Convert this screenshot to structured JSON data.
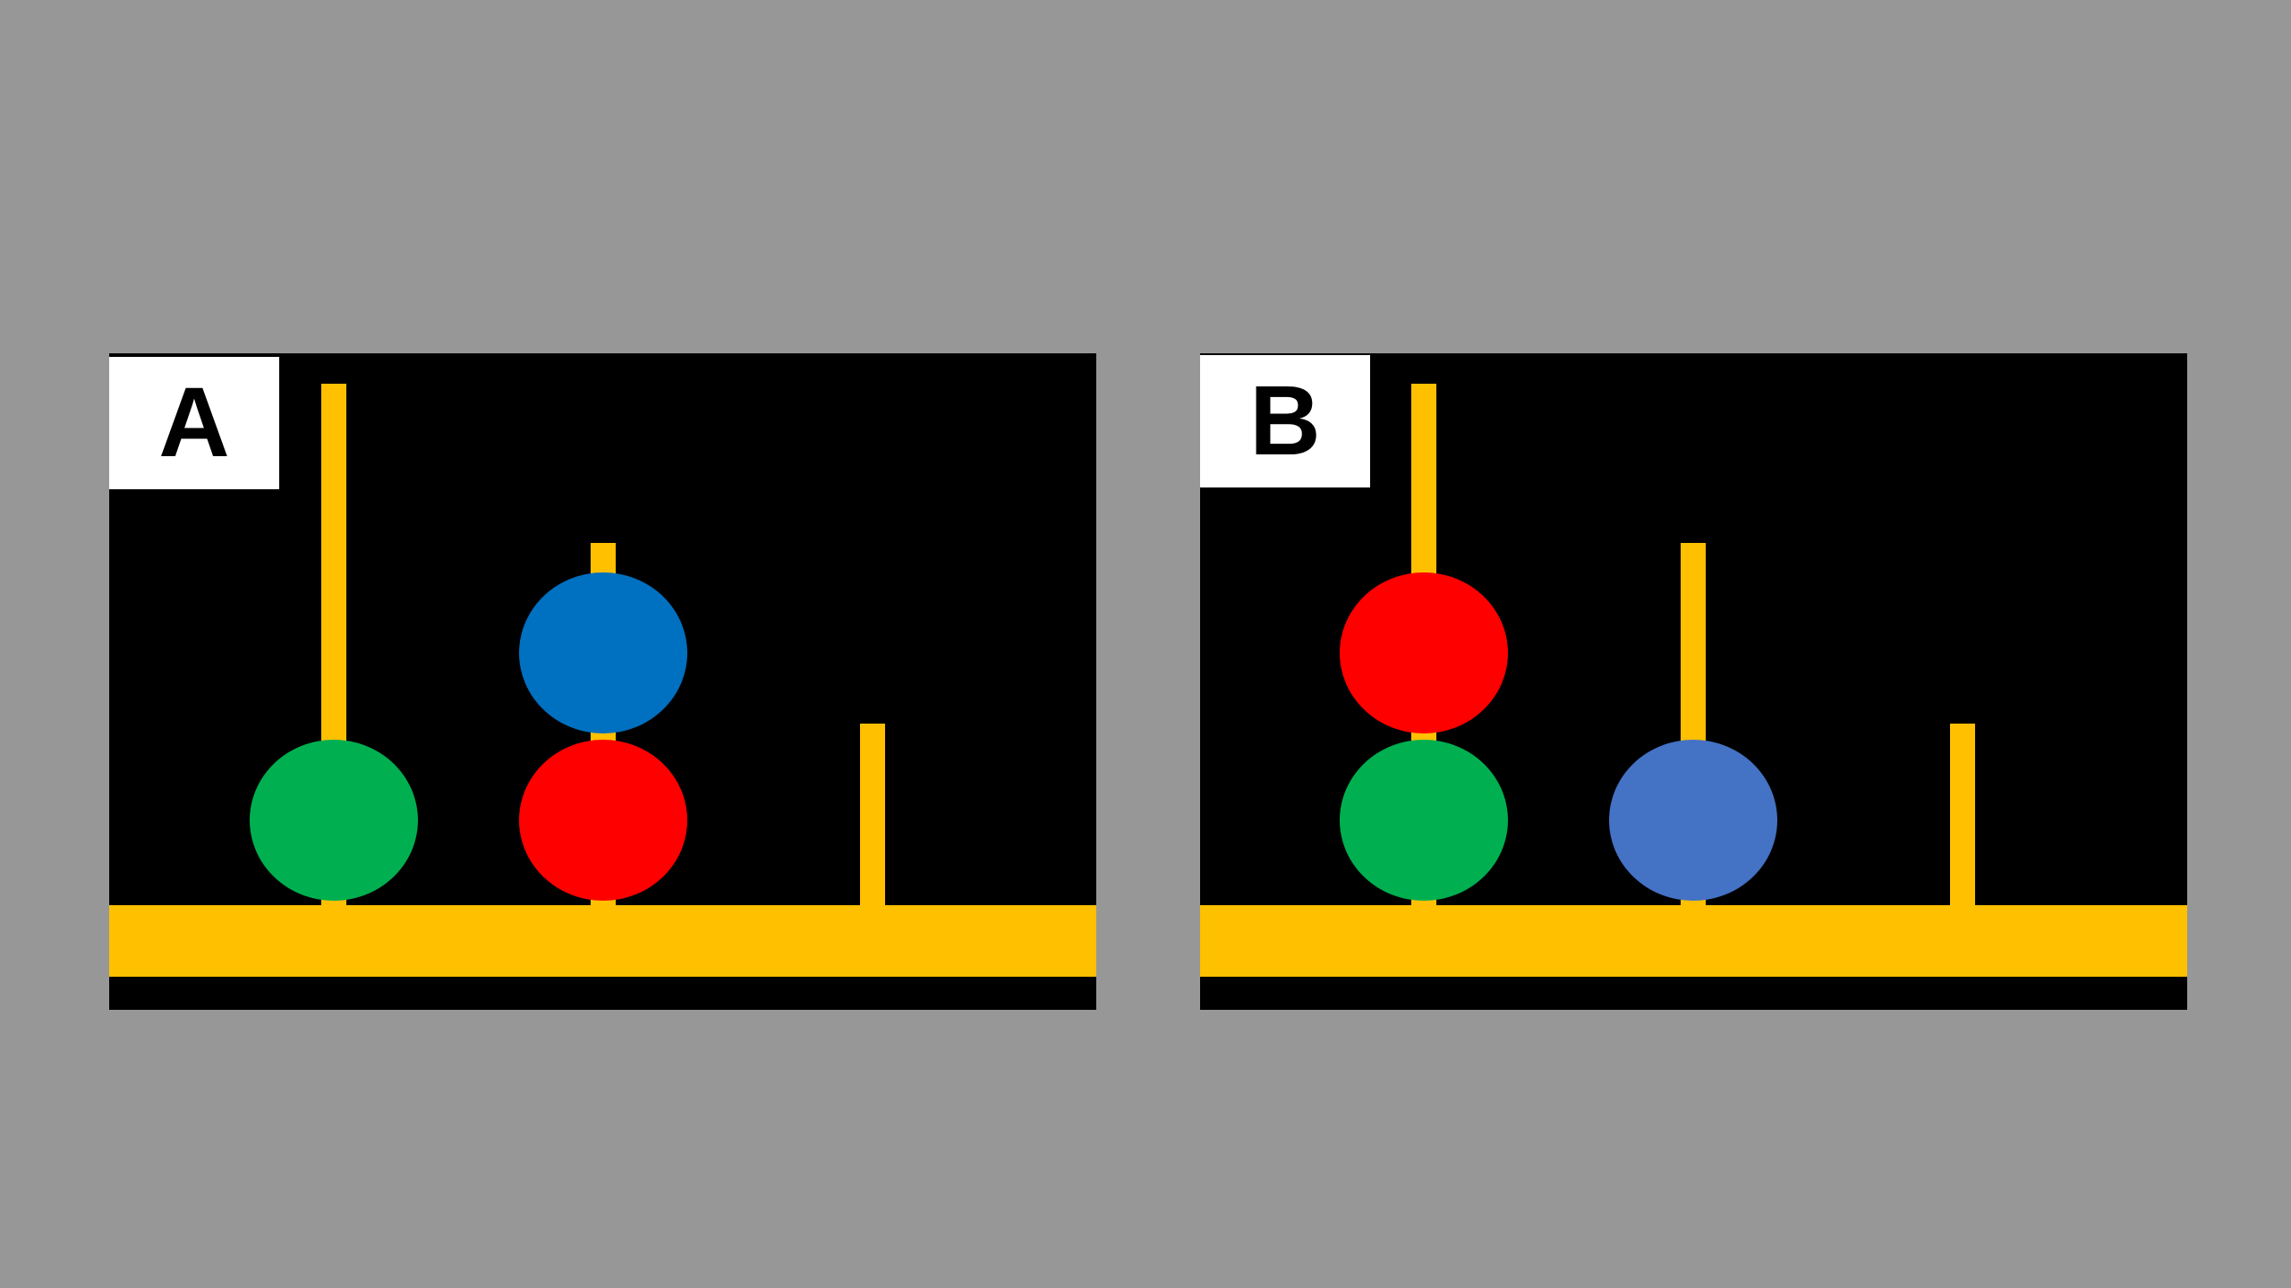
{
  "panels": [
    {
      "label": "A",
      "pegs": [
        {
          "name": "left",
          "balls": [
            "green"
          ]
        },
        {
          "name": "middle",
          "balls": [
            "red",
            "blue"
          ]
        },
        {
          "name": "right",
          "balls": []
        }
      ]
    },
    {
      "label": "B",
      "pegs": [
        {
          "name": "left",
          "balls": [
            "green",
            "red"
          ]
        },
        {
          "name": "middle",
          "balls": [
            "blue"
          ]
        },
        {
          "name": "right",
          "balls": []
        }
      ]
    }
  ],
  "colors": {
    "background": "#979797",
    "board": "#000000",
    "peg": "#ffc000",
    "green": "#00b050",
    "red": "#ff0000",
    "blue_a": "#0070c0",
    "blue_b": "#4472c4"
  }
}
